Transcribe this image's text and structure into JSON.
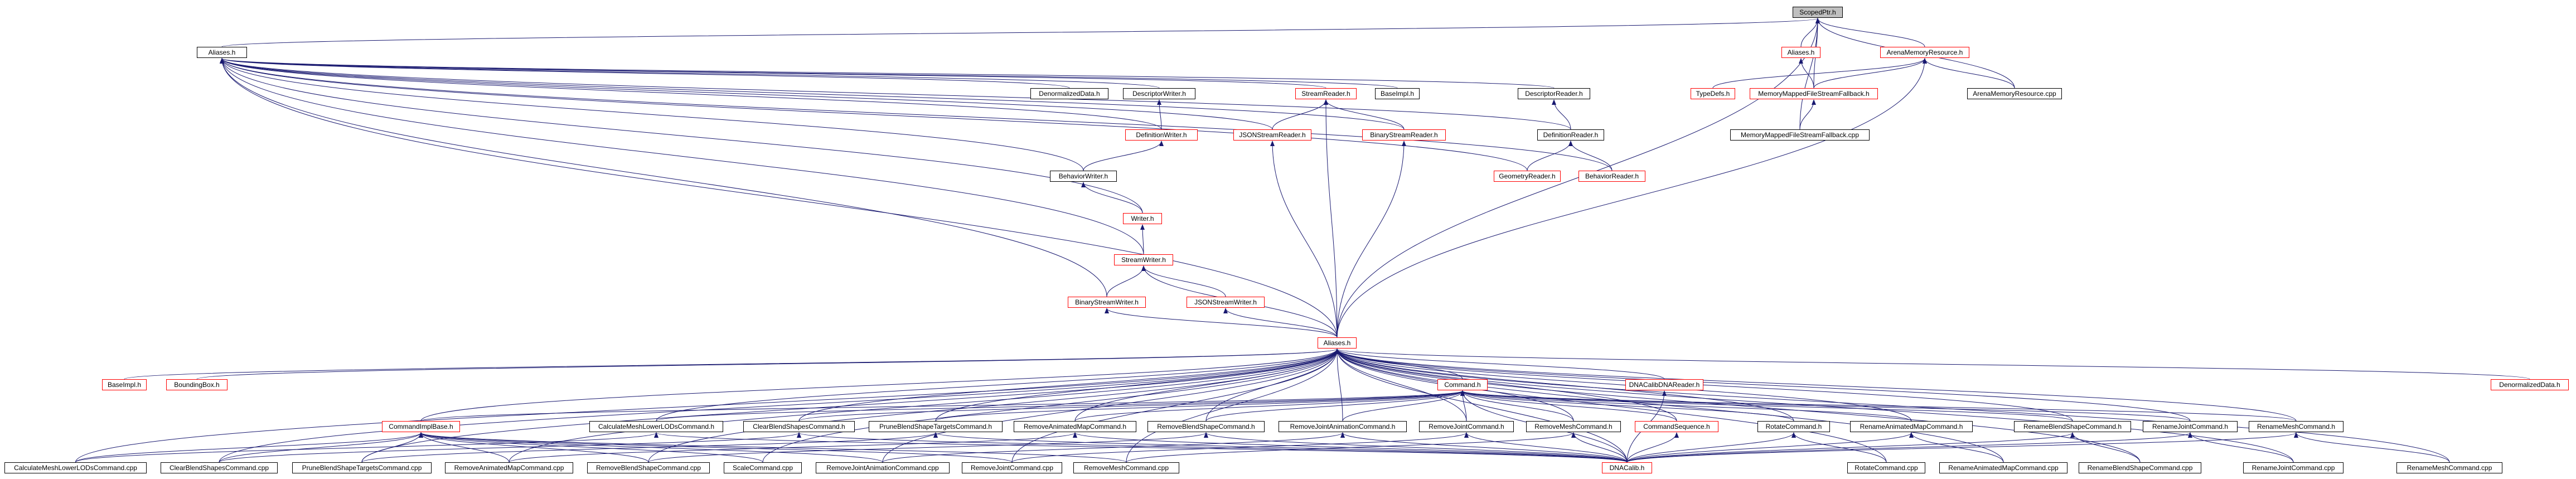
{
  "nodes": [
    {
      "id": "scopedptr_h",
      "label": "ScopedPtr.h",
      "root": true
    },
    {
      "id": "aliases_h_top",
      "label": "Aliases.h"
    },
    {
      "id": "aliases_h_r",
      "label": "Aliases.h",
      "red": true
    },
    {
      "id": "arenamemoryresource_h",
      "label": "ArenaMemoryResource.h",
      "red": true
    },
    {
      "id": "typedefs_h",
      "label": "TypeDefs.h",
      "red": true
    },
    {
      "id": "memorymappedfilestreamfallback_h",
      "label": "MemoryMappedFileStreamFallback.h",
      "red": true
    },
    {
      "id": "arenamemoryresource_cpp",
      "label": "ArenaMemoryResource.cpp"
    },
    {
      "id": "memorymappedfilestreamfallback_cpp",
      "label": "MemoryMappedFileStreamFallback.cpp"
    },
    {
      "id": "denormalizeddata_h_top",
      "label": "DenormalizedData.h"
    },
    {
      "id": "descriptorwriter_h",
      "label": "DescriptorWriter.h"
    },
    {
      "id": "streamreader_h",
      "label": "StreamReader.h",
      "red": true
    },
    {
      "id": "baseimpl_h_top",
      "label": "BaseImpl.h"
    },
    {
      "id": "descriptorreader_h",
      "label": "DescriptorReader.h"
    },
    {
      "id": "definitionwriter_h",
      "label": "DefinitionWriter.h",
      "red": true
    },
    {
      "id": "jsonstreamreader_h",
      "label": "JSONStreamReader.h",
      "red": true
    },
    {
      "id": "binarystreamreader_h",
      "label": "BinaryStreamReader.h",
      "red": true
    },
    {
      "id": "definitionreader_h",
      "label": "DefinitionReader.h"
    },
    {
      "id": "geometryreader_h",
      "label": "GeometryReader.h",
      "red": true
    },
    {
      "id": "behaviorreader_h",
      "label": "BehaviorReader.h",
      "red": true
    },
    {
      "id": "behaviorwriter_h",
      "label": "BehaviorWriter.h"
    },
    {
      "id": "writer_h",
      "label": "Writer.h",
      "red": true
    },
    {
      "id": "streamwriter_h",
      "label": "StreamWriter.h",
      "red": true
    },
    {
      "id": "binarystreamwriter_h",
      "label": "BinaryStreamWriter.h",
      "red": true
    },
    {
      "id": "jsonstreamwriter_h",
      "label": "JSONStreamWriter.h",
      "red": true
    },
    {
      "id": "aliases_h_mid",
      "label": "Aliases.h",
      "red": true
    },
    {
      "id": "baseimpl_h_low",
      "label": "BaseImpl.h",
      "red": true
    },
    {
      "id": "boundingbox_h",
      "label": "BoundingBox.h",
      "red": true
    },
    {
      "id": "command_h",
      "label": "Command.h",
      "red": true
    },
    {
      "id": "dnacalibdnareader_h",
      "label": "DNACalibDNAReader.h",
      "red": true
    },
    {
      "id": "denormalizeddata_h_low",
      "label": "DenormalizedData.h",
      "red": true
    },
    {
      "id": "commandimplbase_h",
      "label": "CommandImplBase.h",
      "red": true
    },
    {
      "id": "calculatemeshlowerlodscommand_h",
      "label": "CalculateMeshLowerLODsCommand.h"
    },
    {
      "id": "clearblendshapescommand_h",
      "label": "ClearBlendShapesCommand.h"
    },
    {
      "id": "pruneblendshapetargetscommand_h",
      "label": "PruneBlendShapeTargetsCommand.h"
    },
    {
      "id": "removeanimatedmapcommand_h",
      "label": "RemoveAnimatedMapCommand.h"
    },
    {
      "id": "removeblendshapecommand_h",
      "label": "RemoveBlendShapeCommand.h"
    },
    {
      "id": "removejointanimationcommand_h",
      "label": "RemoveJointAnimationCommand.h"
    },
    {
      "id": "removejointcommand_h",
      "label": "RemoveJointCommand.h"
    },
    {
      "id": "removemeshcommand_h",
      "label": "RemoveMeshCommand.h"
    },
    {
      "id": "commandsequence_h",
      "label": "CommandSequence.h",
      "red": true
    },
    {
      "id": "rotatecommand_h",
      "label": "RotateCommand.h"
    },
    {
      "id": "renameanimatedmapcommand_h",
      "label": "RenameAnimatedMapCommand.h"
    },
    {
      "id": "renameblendshapecommand_h",
      "label": "RenameBlendShapeCommand.h"
    },
    {
      "id": "renamejointcommand_h",
      "label": "RenameJointCommand.h"
    },
    {
      "id": "renamemeshcommand_h",
      "label": "RenameMeshCommand.h"
    },
    {
      "id": "dnacalib_h",
      "label": "DNACalib.h",
      "red": true
    },
    {
      "id": "calculatemeshlowerlodscommand_cpp",
      "label": "CalculateMeshLowerLODsCommand.cpp"
    },
    {
      "id": "clearblendshapescommand_cpp",
      "label": "ClearBlendShapesCommand.cpp"
    },
    {
      "id": "pruneblendshapetargetscommand_cpp",
      "label": "PruneBlendShapeTargetsCommand.cpp"
    },
    {
      "id": "removeanimatedmapcommand_cpp",
      "label": "RemoveAnimatedMapCommand.cpp"
    },
    {
      "id": "removeblendshapecommand_cpp",
      "label": "RemoveBlendShapeCommand.cpp"
    },
    {
      "id": "scalecommand_cpp",
      "label": "ScaleCommand.cpp"
    },
    {
      "id": "removejointanimationcommand_cpp",
      "label": "RemoveJointAnimationCommand.cpp"
    },
    {
      "id": "removejointcommand_cpp",
      "label": "RemoveJointCommand.cpp"
    },
    {
      "id": "removemeshcommand_cpp",
      "label": "RemoveMeshCommand.cpp"
    },
    {
      "id": "rotatecommand_cpp",
      "label": "RotateCommand.cpp"
    },
    {
      "id": "renameanimatedmapcommand_cpp",
      "label": "RenameAnimatedMapCommand.cpp"
    },
    {
      "id": "renameblendshapecommand_cpp",
      "label": "RenameBlendShapeCommand.cpp"
    },
    {
      "id": "renamejointcommand_cpp",
      "label": "RenameJointCommand.cpp"
    },
    {
      "id": "renamemeshcommand_cpp",
      "label": "RenameMeshCommand.cpp"
    }
  ],
  "edges": [
    [
      "aliases_h_top",
      "scopedptr_h"
    ],
    [
      "aliases_h_r",
      "scopedptr_h"
    ],
    [
      "arenamemoryresource_h",
      "scopedptr_h"
    ],
    [
      "arenamemoryresource_cpp",
      "scopedptr_h"
    ],
    [
      "memorymappedfilestreamfallback_h",
      "scopedptr_h"
    ],
    [
      "memorymappedfilestreamfallback_cpp",
      "scopedptr_h"
    ],
    [
      "aliases_h_mid",
      "scopedptr_h"
    ],
    [
      "typedefs_h",
      "arenamemoryresource_h"
    ],
    [
      "arenamemoryresource_cpp",
      "arenamemoryresource_h"
    ],
    [
      "memorymappedfilestreamfallback_h",
      "arenamemoryresource_h"
    ],
    [
      "aliases_h_mid",
      "arenamemoryresource_h"
    ],
    [
      "memorymappedfilestreamfallback_h",
      "aliases_h_r"
    ],
    [
      "memorymappedfilestreamfallback_cpp",
      "memorymappedfilestreamfallback_h"
    ],
    [
      "denormalizeddata_h_top",
      "aliases_h_top"
    ],
    [
      "descriptorwriter_h",
      "aliases_h_top"
    ],
    [
      "streamreader_h",
      "aliases_h_top"
    ],
    [
      "baseimpl_h_top",
      "aliases_h_top"
    ],
    [
      "descriptorreader_h",
      "aliases_h_top"
    ],
    [
      "definitionwriter_h",
      "aliases_h_top"
    ],
    [
      "jsonstreamreader_h",
      "aliases_h_top"
    ],
    [
      "binarystreamreader_h",
      "aliases_h_top"
    ],
    [
      "definitionreader_h",
      "aliases_h_top"
    ],
    [
      "geometryreader_h",
      "aliases_h_top"
    ],
    [
      "behaviorreader_h",
      "aliases_h_top"
    ],
    [
      "behaviorwriter_h",
      "aliases_h_top"
    ],
    [
      "writer_h",
      "aliases_h_top"
    ],
    [
      "streamwriter_h",
      "aliases_h_top"
    ],
    [
      "binarystreamwriter_h",
      "aliases_h_top"
    ],
    [
      "aliases_h_mid",
      "aliases_h_top"
    ],
    [
      "definitionwriter_h",
      "descriptorwriter_h"
    ],
    [
      "behaviorwriter_h",
      "definitionwriter_h"
    ],
    [
      "writer_h",
      "behaviorwriter_h"
    ],
    [
      "streamwriter_h",
      "writer_h"
    ],
    [
      "binarystreamwriter_h",
      "streamwriter_h"
    ],
    [
      "jsonstreamwriter_h",
      "streamwriter_h"
    ],
    [
      "aliases_h_mid",
      "streamwriter_h"
    ],
    [
      "aliases_h_mid",
      "binarystreamwriter_h"
    ],
    [
      "aliases_h_mid",
      "jsonstreamwriter_h"
    ],
    [
      "jsonstreamreader_h",
      "streamreader_h"
    ],
    [
      "binarystreamreader_h",
      "streamreader_h"
    ],
    [
      "aliases_h_mid",
      "streamreader_h"
    ],
    [
      "aliases_h_mid",
      "jsonstreamreader_h"
    ],
    [
      "aliases_h_mid",
      "binarystreamreader_h"
    ],
    [
      "definitionreader_h",
      "descriptorreader_h"
    ],
    [
      "geometryreader_h",
      "definitionreader_h"
    ],
    [
      "behaviorreader_h",
      "definitionreader_h"
    ],
    [
      "baseimpl_h_low",
      "aliases_h_mid"
    ],
    [
      "boundingbox_h",
      "aliases_h_mid"
    ],
    [
      "command_h",
      "aliases_h_mid"
    ],
    [
      "dnacalibdnareader_h",
      "aliases_h_mid"
    ],
    [
      "denormalizeddata_h_low",
      "aliases_h_mid"
    ],
    [
      "commandimplbase_h",
      "aliases_h_mid"
    ],
    [
      "calculatemeshlowerlodscommand_h",
      "aliases_h_mid"
    ],
    [
      "clearblendshapescommand_h",
      "aliases_h_mid"
    ],
    [
      "pruneblendshapetargetscommand_h",
      "aliases_h_mid"
    ],
    [
      "removeanimatedmapcommand_h",
      "aliases_h_mid"
    ],
    [
      "removeblendshapecommand_h",
      "aliases_h_mid"
    ],
    [
      "removejointanimationcommand_h",
      "aliases_h_mid"
    ],
    [
      "removejointcommand_h",
      "aliases_h_mid"
    ],
    [
      "removemeshcommand_h",
      "aliases_h_mid"
    ],
    [
      "commandsequence_h",
      "aliases_h_mid"
    ],
    [
      "rotatecommand_h",
      "aliases_h_mid"
    ],
    [
      "renameanimatedmapcommand_h",
      "aliases_h_mid"
    ],
    [
      "renameblendshapecommand_h",
      "aliases_h_mid"
    ],
    [
      "renamejointcommand_h",
      "aliases_h_mid"
    ],
    [
      "renamemeshcommand_h",
      "aliases_h_mid"
    ],
    [
      "dnacalib_h",
      "aliases_h_mid"
    ],
    [
      "calculatemeshlowerlodscommand_cpp",
      "aliases_h_mid"
    ],
    [
      "clearblendshapescommand_cpp",
      "aliases_h_mid"
    ],
    [
      "pruneblendshapetargetscommand_cpp",
      "aliases_h_mid"
    ],
    [
      "removeanimatedmapcommand_cpp",
      "aliases_h_mid"
    ],
    [
      "removeblendshapecommand_cpp",
      "aliases_h_mid"
    ],
    [
      "scalecommand_cpp",
      "aliases_h_mid"
    ],
    [
      "removejointanimationcommand_cpp",
      "aliases_h_mid"
    ],
    [
      "removejointcommand_cpp",
      "aliases_h_mid"
    ],
    [
      "removemeshcommand_cpp",
      "aliases_h_mid"
    ],
    [
      "rotatecommand_cpp",
      "aliases_h_mid"
    ],
    [
      "renameanimatedmapcommand_cpp",
      "aliases_h_mid"
    ],
    [
      "renameblendshapecommand_cpp",
      "aliases_h_mid"
    ],
    [
      "renamejointcommand_cpp",
      "aliases_h_mid"
    ],
    [
      "renamemeshcommand_cpp",
      "aliases_h_mid"
    ],
    [
      "commandimplbase_h",
      "command_h"
    ],
    [
      "calculatemeshlowerlodscommand_h",
      "command_h"
    ],
    [
      "clearblendshapescommand_h",
      "command_h"
    ],
    [
      "pruneblendshapetargetscommand_h",
      "command_h"
    ],
    [
      "removeanimatedmapcommand_h",
      "command_h"
    ],
    [
      "removeblendshapecommand_h",
      "command_h"
    ],
    [
      "removejointanimationcommand_h",
      "command_h"
    ],
    [
      "removejointcommand_h",
      "command_h"
    ],
    [
      "removemeshcommand_h",
      "command_h"
    ],
    [
      "commandsequence_h",
      "command_h"
    ],
    [
      "rotatecommand_h",
      "command_h"
    ],
    [
      "renameanimatedmapcommand_h",
      "command_h"
    ],
    [
      "renameblendshapecommand_h",
      "command_h"
    ],
    [
      "renamejointcommand_h",
      "command_h"
    ],
    [
      "renamemeshcommand_h",
      "command_h"
    ],
    [
      "dnacalib_h",
      "command_h"
    ],
    [
      "dnacalib_h",
      "dnacalibdnareader_h"
    ],
    [
      "calculatemeshlowerlodscommand_cpp",
      "commandimplbase_h"
    ],
    [
      "clearblendshapescommand_cpp",
      "commandimplbase_h"
    ],
    [
      "pruneblendshapetargetscommand_cpp",
      "commandimplbase_h"
    ],
    [
      "removeanimatedmapcommand_cpp",
      "commandimplbase_h"
    ],
    [
      "removeblendshapecommand_cpp",
      "commandimplbase_h"
    ],
    [
      "scalecommand_cpp",
      "commandimplbase_h"
    ],
    [
      "removejointanimationcommand_cpp",
      "commandimplbase_h"
    ],
    [
      "removejointcommand_cpp",
      "commandimplbase_h"
    ],
    [
      "removemeshcommand_cpp",
      "commandimplbase_h"
    ],
    [
      "dnacalib_h",
      "calculatemeshlowerlodscommand_h"
    ],
    [
      "dnacalib_h",
      "clearblendshapescommand_h"
    ],
    [
      "dnacalib_h",
      "pruneblendshapetargetscommand_h"
    ],
    [
      "dnacalib_h",
      "removeanimatedmapcommand_h"
    ],
    [
      "dnacalib_h",
      "removeblendshapecommand_h"
    ],
    [
      "dnacalib_h",
      "removejointanimationcommand_h"
    ],
    [
      "dnacalib_h",
      "removejointcommand_h"
    ],
    [
      "dnacalib_h",
      "removemeshcommand_h"
    ],
    [
      "dnacalib_h",
      "commandsequence_h"
    ],
    [
      "dnacalib_h",
      "rotatecommand_h"
    ],
    [
      "dnacalib_h",
      "renameanimatedmapcommand_h"
    ],
    [
      "dnacalib_h",
      "renameblendshapecommand_h"
    ],
    [
      "dnacalib_h",
      "renamejointcommand_h"
    ],
    [
      "dnacalib_h",
      "renamemeshcommand_h"
    ],
    [
      "calculatemeshlowerlodscommand_cpp",
      "calculatemeshlowerlodscommand_h"
    ],
    [
      "clearblendshapescommand_cpp",
      "clearblendshapescommand_h"
    ],
    [
      "pruneblendshapetargetscommand_cpp",
      "pruneblendshapetargetscommand_h"
    ],
    [
      "removeanimatedmapcommand_cpp",
      "removeanimatedmapcommand_h"
    ],
    [
      "removeblendshapecommand_cpp",
      "removeblendshapecommand_h"
    ],
    [
      "removejointanimationcommand_cpp",
      "removejointanimationcommand_h"
    ],
    [
      "removejointcommand_cpp",
      "removejointcommand_h"
    ],
    [
      "removemeshcommand_cpp",
      "removemeshcommand_h"
    ],
    [
      "rotatecommand_cpp",
      "rotatecommand_h"
    ],
    [
      "renameanimatedmapcommand_cpp",
      "renameanimatedmapcommand_h"
    ],
    [
      "renameblendshapecommand_cpp",
      "renameblendshapecommand_h"
    ],
    [
      "renamejointcommand_cpp",
      "renamejointcommand_h"
    ],
    [
      "renamemeshcommand_cpp",
      "renamemeshcommand_h"
    ]
  ],
  "colors": {
    "edge": "#191970",
    "red_border": "#ff0000",
    "black_border": "#000000",
    "root_fill": "#bfbfbf"
  }
}
